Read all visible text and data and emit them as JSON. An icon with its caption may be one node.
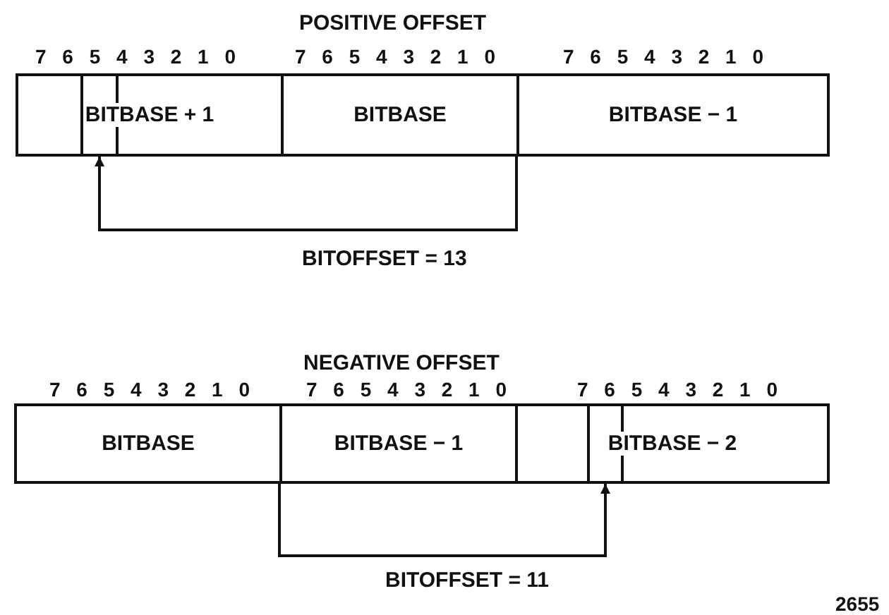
{
  "diagram": {
    "nodes": [
      {
        "text": [
          "BITBASE + 1"
        ]
      },
      {
        "text": [],
        "shape": "box",
        "in": 0
      },
      {
        "text": [
          "BITBASE"
        ]
      },
      {
        "text": [
          "BITBASE − 1"
        ]
      },
      {
        "text": [
          "BITBASE"
        ]
      },
      {
        "text": [
          "BITBASE − 1"
        ]
      },
      {
        "text": [
          "BITBASE − 2"
        ]
      },
      {
        "text": [],
        "shape": "box",
        "in": 6
      }
    ],
    "edges": [
      {
        "from": 2,
        "to": 1,
        "arrow": "to",
        "label": "BITOFFSET = 13"
      },
      {
        "from": 5,
        "to": 7,
        "arrow": "to",
        "label": "BITOFFSET = 11"
      }
    ],
    "labels": [
      "POSITIVE OFFSET",
      "7 6 5 4 3 2 1 0",
      "7 6 5 4 3 2 1 0",
      "7 6 5 4 3 2 1 0",
      "NEGATIVE OFFSET",
      "7 6 5 4 3 2 1 0",
      "7 6 5 4 3 2 1 0",
      "7 6 5 4 3 2 1 0",
      "2655"
    ]
  }
}
